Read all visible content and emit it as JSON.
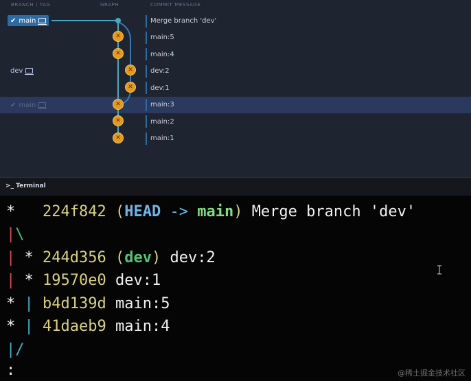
{
  "graph_panel": {
    "headers": {
      "branch": "BRANCH / TAG",
      "graph": "GRAPH",
      "message": "COMMIT MESSAGE"
    },
    "branches": [
      {
        "label": "main",
        "kind": "current"
      },
      {
        "label": "dev",
        "kind": "plain"
      },
      {
        "label": "main",
        "kind": "dim"
      }
    ],
    "rows": [
      {
        "message": "Merge branch 'dev'",
        "selected": false
      },
      {
        "message": "main:5",
        "selected": false
      },
      {
        "message": "main:4",
        "selected": false
      },
      {
        "message": "dev:2",
        "selected": false
      },
      {
        "message": "dev:1",
        "selected": false
      },
      {
        "message": "main:3",
        "selected": true
      },
      {
        "message": "main:2",
        "selected": false
      },
      {
        "message": "main:1",
        "selected": false
      }
    ],
    "colors": {
      "main_line": "#48a9c0",
      "dev_line": "#3a78b8",
      "avatar": "#e39a20",
      "selected_row": "#2a3a5e"
    }
  },
  "terminal": {
    "title": ">_ Terminal",
    "lines": {
      "l1_star": "*",
      "l1_hash": "224f842",
      "l1_open": "(",
      "l1_head": "HEAD",
      "l1_arrow": "->",
      "l1_branch": "main",
      "l1_close": ")",
      "l1_msg": "Merge branch 'dev'",
      "l2_a": "|",
      "l2_b": "\\",
      "l3_pipe": "|",
      "l3_star": "*",
      "l3_hash": "244d356",
      "l3_open": "(",
      "l3_branch": "dev",
      "l3_close": ")",
      "l3_msg": "dev:2",
      "l4_pipe": "|",
      "l4_star": "*",
      "l4_hash": "19570e0",
      "l4_msg": "dev:1",
      "l5_star": "*",
      "l5_pipe": "|",
      "l5_hash": "b4d139d",
      "l5_msg": "main:5",
      "l6_star": "*",
      "l6_pipe": "|",
      "l6_hash": "41daeb9",
      "l6_msg": "main:4",
      "l7_a": "|",
      "l7_b": "/",
      "l8": ":"
    }
  },
  "watermark": "@稀土掘金技术社区"
}
